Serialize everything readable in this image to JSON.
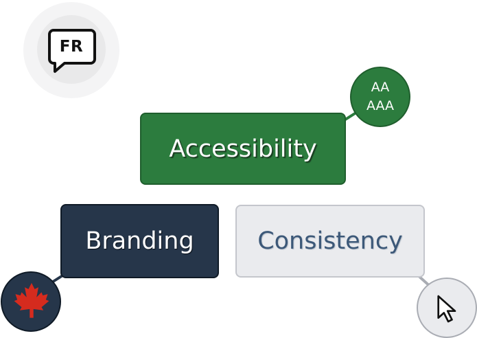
{
  "language_badge": {
    "label": "FR",
    "icon": "speech-bubble-icon"
  },
  "boxes": {
    "accessibility": "Accessibility",
    "branding": "Branding",
    "consistency": "Consistency"
  },
  "wcag_badge": {
    "line1": "AA",
    "line2": "AAA"
  },
  "icons": {
    "flag": "maple-leaf-icon",
    "cursor": "mouse-pointer-icon"
  },
  "colors": {
    "accessibility_green": "#2c7c3e",
    "branding_navy": "#26364a",
    "consistency_gray": "#eaebee",
    "consistency_text": "#3c5878",
    "maple_red": "#d52b1e"
  }
}
